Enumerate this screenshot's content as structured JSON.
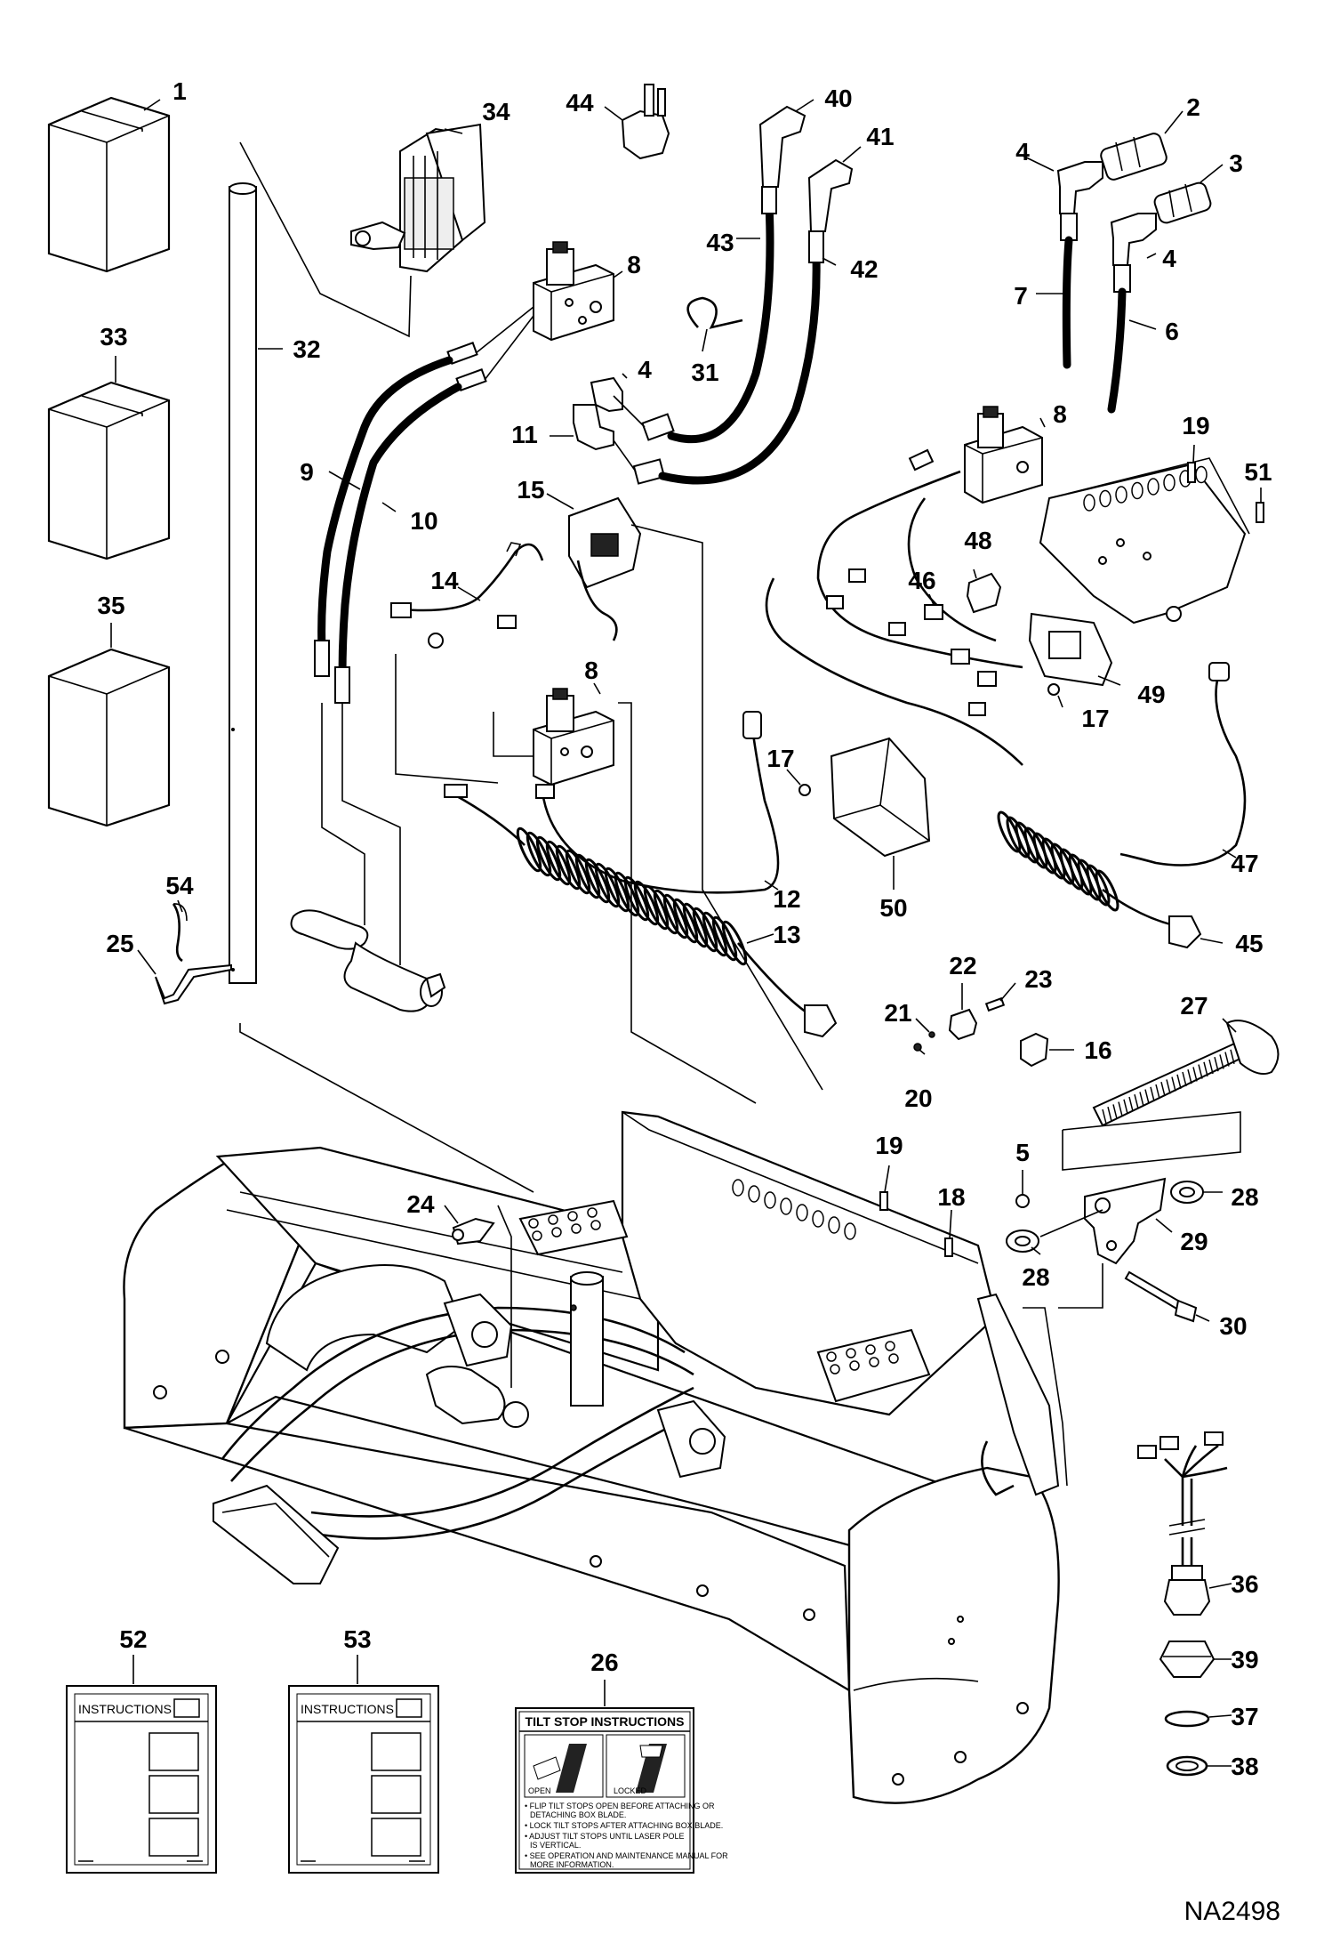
{
  "callouts": {
    "c1": "1",
    "c2": "2",
    "c3": "3",
    "c4a": "4",
    "c4b": "4",
    "c4c": "4",
    "c5": "5",
    "c6": "6",
    "c7": "7",
    "c8a": "8",
    "c8b": "8",
    "c8c": "8",
    "c9": "9",
    "c10": "10",
    "c11": "11",
    "c12": "12",
    "c13": "13",
    "c14": "14",
    "c15": "15",
    "c16": "16",
    "c17a": "17",
    "c17b": "17",
    "c18": "18",
    "c19a": "19",
    "c19b": "19",
    "c20": "20",
    "c21": "21",
    "c22": "22",
    "c23": "23",
    "c24": "24",
    "c25": "25",
    "c26": "26",
    "c27": "27",
    "c28a": "28",
    "c28b": "28",
    "c29": "29",
    "c30": "30",
    "c31": "31",
    "c32": "32",
    "c33": "33",
    "c34": "34",
    "c35": "35",
    "c36": "36",
    "c37": "37",
    "c38": "38",
    "c39": "39",
    "c40": "40",
    "c41": "41",
    "c42": "42",
    "c43": "43",
    "c44": "44",
    "c45": "45",
    "c46": "46",
    "c47": "47",
    "c48": "48",
    "c49": "49",
    "c50": "50",
    "c51": "51",
    "c52": "52",
    "c53": "53",
    "c54": "54"
  },
  "manuals": {
    "left_title": "INSTRUCTIONS",
    "right_title": "INSTRUCTIONS"
  },
  "decal": {
    "title": "TILT STOP INSTRUCTIONS",
    "open_label": "OPEN",
    "locked_label": "LOCKED",
    "line1": "• FLIP TILT STOPS OPEN BEFORE ATTACHING OR",
    "line1b": "DETACHING BOX BLADE.",
    "line2": "• LOCK TILT STOPS AFTER ATTACHING BOX BLADE.",
    "line3": "• ADJUST TILT STOPS UNTIL LASER POLE",
    "line3b": "IS VERTICAL.",
    "line4": "• SEE OPERATION AND MAINTENANCE MANUAL FOR",
    "line4b": "MORE INFORMATION."
  },
  "drawing_code": "NA2498"
}
